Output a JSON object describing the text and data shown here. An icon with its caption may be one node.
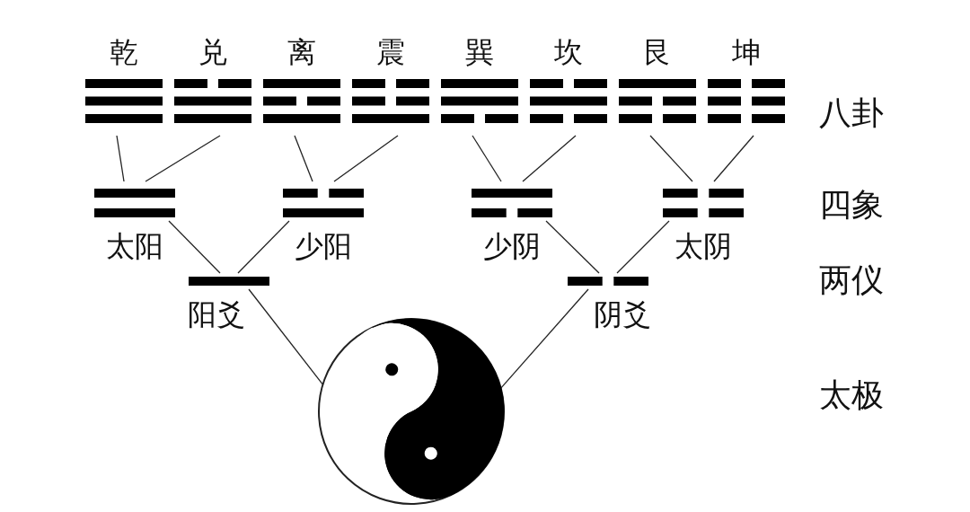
{
  "diagram": {
    "nodes": [
      {
        "text": [
          "乾"
        ]
      },
      {
        "text": [
          "兑"
        ]
      },
      {
        "text": [
          "离"
        ]
      },
      {
        "text": [
          "震"
        ]
      },
      {
        "text": [
          "巽"
        ]
      },
      {
        "text": [
          "坎"
        ]
      },
      {
        "text": [
          "艮"
        ]
      },
      {
        "text": [
          "坤"
        ]
      },
      {
        "text": [
          "太阳"
        ]
      },
      {
        "text": [
          "少阳"
        ]
      },
      {
        "text": [
          "少阴"
        ]
      },
      {
        "text": [
          "太阴"
        ]
      },
      {
        "text": [
          "阳爻"
        ]
      },
      {
        "text": [
          "阴爻"
        ]
      },
      {
        "text": [],
        "shape": "circle"
      }
    ],
    "edges": [
      {
        "from": 0,
        "to": 8,
        "arrow": "none"
      },
      {
        "from": 1,
        "to": 8,
        "arrow": "none"
      },
      {
        "from": 2,
        "to": 9,
        "arrow": "none"
      },
      {
        "from": 3,
        "to": 9,
        "arrow": "none"
      },
      {
        "from": 4,
        "to": 10,
        "arrow": "none"
      },
      {
        "from": 5,
        "to": 10,
        "arrow": "none"
      },
      {
        "from": 6,
        "to": 11,
        "arrow": "none"
      },
      {
        "from": 7,
        "to": 11,
        "arrow": "none"
      },
      {
        "from": 8,
        "to": 12,
        "arrow": "none"
      },
      {
        "from": 9,
        "to": 12,
        "arrow": "none"
      },
      {
        "from": 10,
        "to": 13,
        "arrow": "none"
      },
      {
        "from": 11,
        "to": 13,
        "arrow": "none"
      },
      {
        "from": 12,
        "to": 14,
        "arrow": "none"
      },
      {
        "from": 13,
        "to": 14,
        "arrow": "none"
      }
    ],
    "labels": [
      "八卦",
      "四象",
      "两仪",
      "太极"
    ]
  }
}
